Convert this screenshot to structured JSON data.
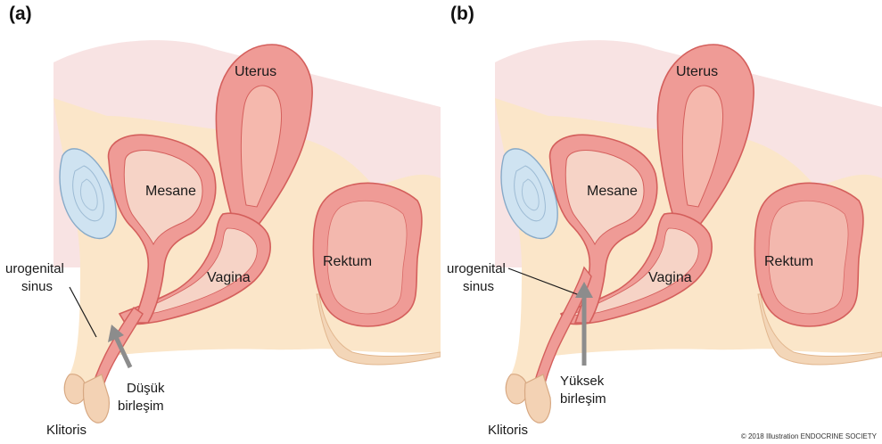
{
  "panels": [
    {
      "label": "(a)",
      "organs": {
        "uterus": "Uterus",
        "bladder": "Mesane",
        "vagina": "Vagina",
        "rectum": "Rektum"
      },
      "sinus": [
        "urogenital",
        "sinus"
      ],
      "clitoris": "Klitoris",
      "junction": [
        "Düşük",
        "birleşim"
      ],
      "junction_type": "low"
    },
    {
      "label": "(b)",
      "organs": {
        "uterus": "Uterus",
        "bladder": "Mesane",
        "vagina": "Vagina",
        "rectum": "Rektum"
      },
      "sinus": [
        "urogenital",
        "sinus"
      ],
      "clitoris": "Klitoris",
      "junction": [
        "Yüksek",
        "birleşim"
      ],
      "junction_type": "high"
    }
  ],
  "credit": "© 2018 Illustration ENDOCRINE SOCIETY",
  "colors": {
    "background_tissue": "#fbe6c9",
    "pink_wash": "#f6dcdc",
    "organ_fill": "#ef9b96",
    "organ_outline": "#d45f5c",
    "organ_lumen": "#f6d3c6",
    "bone_fill": "#cfe3f1",
    "bone_outline": "#88aac8",
    "arrow": "#8c8c8c"
  }
}
